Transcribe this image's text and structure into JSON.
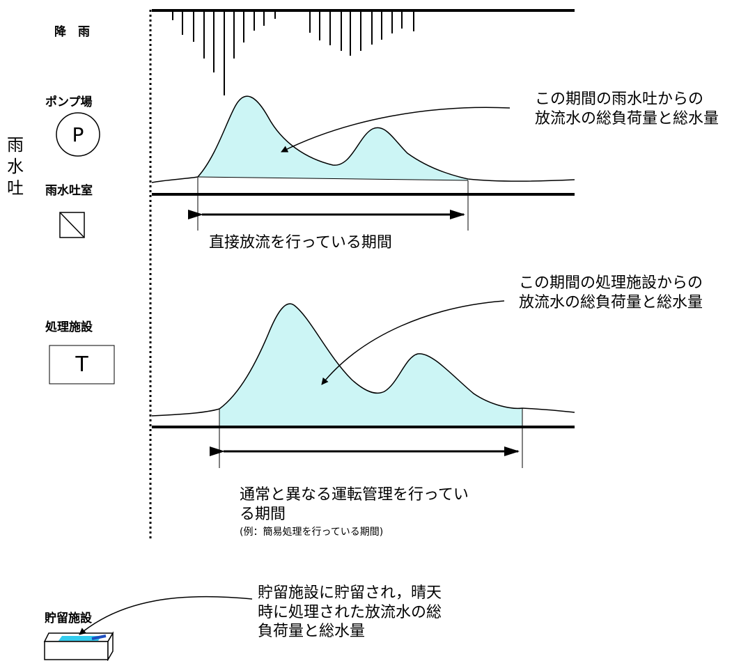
{
  "rain_label": "降　雨",
  "outfall_vertical": [
    "雨",
    "水",
    "吐"
  ],
  "pump_station": {
    "label": "ポンプ場",
    "symbol": "P"
  },
  "outfall_chamber": {
    "label": "雨水吐室"
  },
  "treatment": {
    "label": "処理施設",
    "symbol": "T"
  },
  "storage": {
    "label": "貯留施設"
  },
  "annotation_outfall": [
    "この期間の雨水吐からの",
    "放流水の総負荷量と総水量"
  ],
  "period_direct": "直接放流を行っている期間",
  "annotation_treatment": [
    "この期間の処理施設からの",
    "放流水の総負荷量と総水量"
  ],
  "period_treatment": [
    "通常と異なる運転管理を行ってい",
    "る期間"
  ],
  "period_treatment_example": "(例：簡易処理を行っている期間)",
  "annotation_storage": [
    "貯留施設に貯留され，晴天",
    "時に処理された放流水の総",
    "負荷量と総水量"
  ],
  "colors": {
    "fill": "#ccf5f5",
    "line": "#000000",
    "storage_water": "#33ccee",
    "storage_band": "#1f4fbf"
  }
}
